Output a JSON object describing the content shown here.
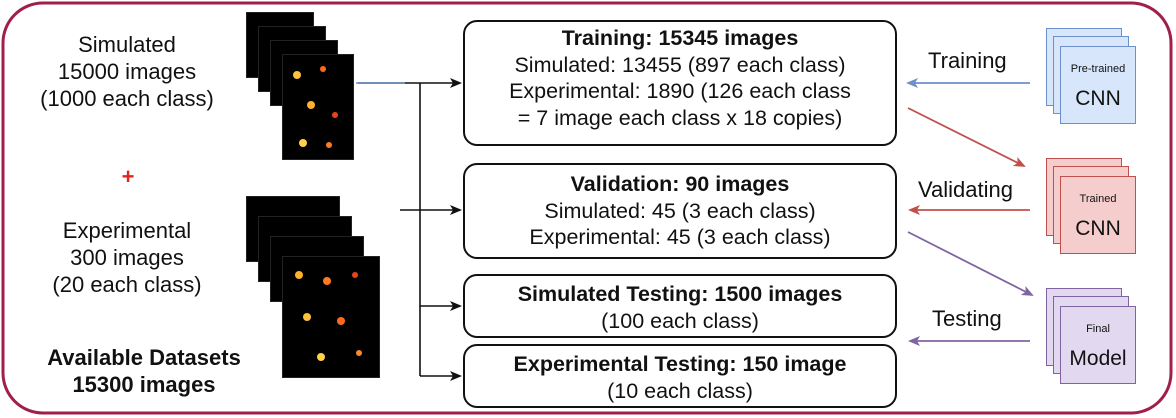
{
  "datasets": {
    "simulated": {
      "title": "Simulated",
      "count": "15000 images",
      "per_class": "(1000 each class)"
    },
    "plus": "+",
    "experimental": {
      "title": "Experimental",
      "count": "300 images",
      "per_class": "(20 each class)"
    },
    "available_title": "Available Datasets",
    "available_count": "15300 images"
  },
  "boxes": {
    "training": {
      "title": "Training: 15345 images",
      "line1": "Simulated: 13455 (897 each class)",
      "line2": "Experimental: 1890 (126 each class",
      "line3": "= 7 image each class x 18 copies)"
    },
    "validation": {
      "title": "Validation: 90 images",
      "line1": "Simulated: 45 (3 each class)",
      "line2": "Experimental: 45 (3 each class)"
    },
    "sim_testing": {
      "title": "Simulated Testing: 1500 images",
      "line1": "(100 each class)"
    },
    "exp_testing": {
      "title": "Experimental Testing: 150 image",
      "line1": "(10 each class)"
    }
  },
  "arrows": {
    "training": "Training",
    "validating": "Validating",
    "testing": "Testing"
  },
  "models": {
    "pretrained": {
      "small": "Pre-trained",
      "big": "CNN"
    },
    "trained": {
      "small": "Trained",
      "big": "CNN"
    },
    "final": {
      "small": "Final",
      "big": "Model"
    }
  },
  "colors": {
    "frame": "#a01f4e",
    "blue": "#6d8fca",
    "red": "#c0504d",
    "purple": "#8064a2",
    "plus": "#e0241b"
  }
}
